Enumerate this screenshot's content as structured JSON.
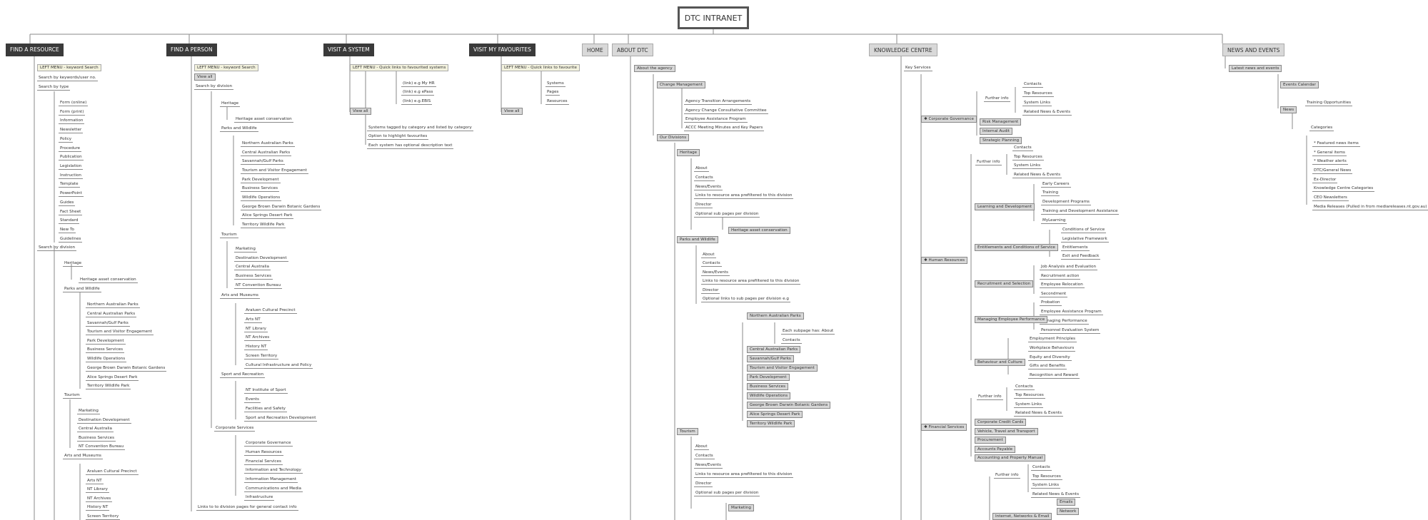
{
  "title": "DTC INTRANET",
  "headers": [
    {
      "id": "find-resource",
      "label": "FIND A RESOURCE",
      "style": "dark"
    },
    {
      "id": "find-person",
      "label": "FIND A PERSON",
      "style": "dark"
    },
    {
      "id": "visit-system",
      "label": "VISIT A SYSTEM",
      "style": "dark"
    },
    {
      "id": "visit-favourites",
      "label": "VISIT MY FAVOURITES",
      "style": "dark"
    },
    {
      "id": "home",
      "label": "HOME",
      "style": "light"
    },
    {
      "id": "about",
      "label": "ABOUT DTC",
      "style": "light"
    },
    {
      "id": "knowledge",
      "label": "KNOWLEDGE CENTRE",
      "style": "light"
    },
    {
      "id": "news",
      "label": "NEWS AND EVENTS",
      "style": "light"
    }
  ],
  "nodes": [
    {
      "t": "LEFT MENU - keyword Search",
      "s": "yel"
    },
    {
      "t": "Search by keywords/user no."
    },
    {
      "t": "Search by type"
    },
    {
      "t": "Form (online)"
    },
    {
      "t": "Form (print)"
    },
    {
      "t": "Information"
    },
    {
      "t": "Newsletter"
    },
    {
      "t": "Policy"
    },
    {
      "t": "Procedure"
    },
    {
      "t": "Publication"
    },
    {
      "t": "Legislation"
    },
    {
      "t": "Instruction"
    },
    {
      "t": "Template"
    },
    {
      "t": "PowerPoint"
    },
    {
      "t": "Guides"
    },
    {
      "t": "Fact Sheet"
    },
    {
      "t": "Standard"
    },
    {
      "t": "New To"
    },
    {
      "t": "Guidelines"
    },
    {
      "t": "Search by division"
    },
    {
      "t": "Heritage"
    },
    {
      "t": "Heritage asset conservation"
    },
    {
      "t": "Parks and Wildlife"
    },
    {
      "t": "Northern Australian Parks"
    },
    {
      "t": "Central Australian Parks"
    },
    {
      "t": "Savannah/Gulf Parks"
    },
    {
      "t": "Tourism and Visitor Engagement"
    },
    {
      "t": "Park Development"
    },
    {
      "t": "Business Services"
    },
    {
      "t": "Wildlife Operations"
    },
    {
      "t": "George Brown Darwin Botanic Gardens"
    },
    {
      "t": "Alice Springs Desert Park"
    },
    {
      "t": "Territory Wildlife Park"
    },
    {
      "t": "Tourism"
    },
    {
      "t": "Marketing"
    },
    {
      "t": "Destination Development"
    },
    {
      "t": "Central Australia"
    },
    {
      "t": "Business Services"
    },
    {
      "t": "NT Convention Bureau"
    },
    {
      "t": "Arts and Museums"
    },
    {
      "t": "Araluen Cultural Precinct"
    },
    {
      "t": "Arts NT"
    },
    {
      "t": "NT Library"
    },
    {
      "t": "NT Archives"
    },
    {
      "t": "History NT"
    },
    {
      "t": "Screen Territory"
    },
    {
      "t": "LEFT MENU - keyword Search",
      "s": "yel"
    },
    {
      "t": "View all",
      "s": "box"
    },
    {
      "t": "Search by division"
    },
    {
      "t": "Heritage"
    },
    {
      "t": "Heritage asset conservation"
    },
    {
      "t": "Parks and Wildlife"
    },
    {
      "t": "Northern Australian Parks"
    },
    {
      "t": "Central Australian Parks"
    },
    {
      "t": "Savannah/Gulf Parks"
    },
    {
      "t": "Tourism and Visitor Engagement"
    },
    {
      "t": "Park Development"
    },
    {
      "t": "Business Services"
    },
    {
      "t": "Wildlife Operations"
    },
    {
      "t": "George Brown Darwin Botanic Gardens"
    },
    {
      "t": "Alice Springs Desert Park"
    },
    {
      "t": "Territory Wildlife Park"
    },
    {
      "t": "Tourism"
    },
    {
      "t": "Marketing"
    },
    {
      "t": "Destination Development"
    },
    {
      "t": "Central Australia"
    },
    {
      "t": "Business Services"
    },
    {
      "t": "NT Convention Bureau"
    },
    {
      "t": "Arts and Museums"
    },
    {
      "t": "Araluen Cultural Precinct"
    },
    {
      "t": "Arts NT"
    },
    {
      "t": "NT Library"
    },
    {
      "t": "NT Archives"
    },
    {
      "t": "History NT"
    },
    {
      "t": "Screen Territory"
    },
    {
      "t": "Cultural Infrastructure and Policy"
    },
    {
      "t": "Sport and Recreation"
    },
    {
      "t": "NT Institute of Sport"
    },
    {
      "t": "Events"
    },
    {
      "t": "Facilities and Safety"
    },
    {
      "t": "Sport and Recreation Development"
    },
    {
      "t": "Corporate Services"
    },
    {
      "t": "Corporate Governance"
    },
    {
      "t": "Human Resources"
    },
    {
      "t": "Financial Services"
    },
    {
      "t": "Information and Technology"
    },
    {
      "t": "Information Management"
    },
    {
      "t": "Communications and Media"
    },
    {
      "t": "Infrastructure"
    },
    {
      "t": "Links to to division pages for general contact info"
    },
    {
      "t": "LEFT MENU - Quick links to favourited systems",
      "s": "yel"
    },
    {
      "t": "(link) e.g My HR"
    },
    {
      "t": "(link) e.g ePass"
    },
    {
      "t": "(link) e.g.EBIS"
    },
    {
      "t": "View all",
      "s": "box"
    },
    {
      "t": "Systems tagged by category and listed by category"
    },
    {
      "t": "Option to highlight favourites"
    },
    {
      "t": "Each system has optional description text"
    },
    {
      "t": "LEFT MENU - Quick links to favourite",
      "s": "yel"
    },
    {
      "t": "Systems"
    },
    {
      "t": "Pages"
    },
    {
      "t": "Resources"
    },
    {
      "t": "View all",
      "s": "box"
    },
    {
      "t": "About the agency",
      "s": "box"
    },
    {
      "t": "Change Management",
      "s": "box"
    },
    {
      "t": "Agency Transition Arrangements"
    },
    {
      "t": "Agency Change Consultative Committee"
    },
    {
      "t": "Employee Assistance Program"
    },
    {
      "t": "ACCC Meeting Minutes and Key Papers"
    },
    {
      "t": "Our Divisions",
      "s": "box"
    },
    {
      "t": "Heritage",
      "s": "box"
    },
    {
      "t": "About"
    },
    {
      "t": "Contacts"
    },
    {
      "t": "News/Events"
    },
    {
      "t": "Links to resource area prefiltered to this division"
    },
    {
      "t": "Director"
    },
    {
      "t": "Optional sub pages per division"
    },
    {
      "t": "Heritage asset conservation",
      "s": "box"
    },
    {
      "t": "Parks and Wildlife",
      "s": "box"
    },
    {
      "t": "About"
    },
    {
      "t": "Contacts"
    },
    {
      "t": "News/Events"
    },
    {
      "t": "Links to resource area prefiltered to this division"
    },
    {
      "t": "Director"
    },
    {
      "t": "Optional links to sub pages per division e.g"
    },
    {
      "t": "Northern Australian Parks",
      "s": "box"
    },
    {
      "t": "Each subpage has: About"
    },
    {
      "t": "Contacts"
    },
    {
      "t": "Central Australian Parks",
      "s": "box"
    },
    {
      "t": "Savannah/Gulf Parks",
      "s": "box"
    },
    {
      "t": "Tourism and Visitor Engagement",
      "s": "box"
    },
    {
      "t": "Park Development",
      "s": "box"
    },
    {
      "t": "Business Services",
      "s": "box"
    },
    {
      "t": "Wildlife Operations",
      "s": "box"
    },
    {
      "t": "George Brown Darwin Botanic Gardens",
      "s": "box"
    },
    {
      "t": "Alice Springs Desert Park",
      "s": "box"
    },
    {
      "t": "Territory Wildlife Park",
      "s": "box"
    },
    {
      "t": "Tourism",
      "s": "box"
    },
    {
      "t": "About"
    },
    {
      "t": "Contacts"
    },
    {
      "t": "News/Events"
    },
    {
      "t": "Links to resource area prefiltered to this division"
    },
    {
      "t": "Director"
    },
    {
      "t": "Optional sub pages per division"
    },
    {
      "t": "Marketing",
      "s": "box"
    },
    {
      "t": "Key Services"
    },
    {
      "t": "✱ Corporate Governance",
      "s": "box"
    },
    {
      "t": "Further info"
    },
    {
      "t": "Contacts"
    },
    {
      "t": "Top Resources"
    },
    {
      "t": "System Links"
    },
    {
      "t": "Related News & Events"
    },
    {
      "t": "Risk Management",
      "s": "box"
    },
    {
      "t": "Internal Audit",
      "s": "box"
    },
    {
      "t": "Strategic Planning",
      "s": "box"
    },
    {
      "t": "Further info"
    },
    {
      "t": "Contacts"
    },
    {
      "t": "Top Resources"
    },
    {
      "t": "System Links"
    },
    {
      "t": "Related News & Events"
    },
    {
      "t": "Early Careers"
    },
    {
      "t": "Training"
    },
    {
      "t": "Development Programs"
    },
    {
      "t": "Training and Development Assistance"
    },
    {
      "t": "MyLearning"
    },
    {
      "t": "Learning and Development",
      "s": "box"
    },
    {
      "t": "Conditions of Service"
    },
    {
      "t": "Legislative Framework"
    },
    {
      "t": "Entitlements"
    },
    {
      "t": "Exit and Feedback"
    },
    {
      "t": "Entitlements and Conditions of Service",
      "s": "box"
    },
    {
      "t": "✱ Human Resources",
      "s": "box"
    },
    {
      "t": "Job Analysis and Evaluation"
    },
    {
      "t": "Recruitment action"
    },
    {
      "t": "Employee Relocation"
    },
    {
      "t": "Secondment"
    },
    {
      "t": "Recruitment and Selection",
      "s": "box"
    },
    {
      "t": "Probation"
    },
    {
      "t": "Employee Assistance Program"
    },
    {
      "t": "Managing Performance"
    },
    {
      "t": "Personnel Evaluation System"
    },
    {
      "t": "Managing Employee Performance",
      "s": "box"
    },
    {
      "t": "Employment Principles"
    },
    {
      "t": "Workplace Behaviours"
    },
    {
      "t": "Equity and Diversity"
    },
    {
      "t": "Gifts and Benefits"
    },
    {
      "t": "Recognition and Reward"
    },
    {
      "t": "Behaviour and Culture",
      "s": "box"
    },
    {
      "t": "Further info"
    },
    {
      "t": "Contacts"
    },
    {
      "t": "Top Resources"
    },
    {
      "t": "System Links"
    },
    {
      "t": "Related News & Events"
    },
    {
      "t": "✱ Financial Services",
      "s": "box"
    },
    {
      "t": "Corporate Credit Cards",
      "s": "box"
    },
    {
      "t": "Vehicle, Travel and Transport",
      "s": "box"
    },
    {
      "t": "Procurement",
      "s": "box"
    },
    {
      "t": "Accounts Payable",
      "s": "box"
    },
    {
      "t": "Accounting and Property Manual",
      "s": "box"
    },
    {
      "t": "Further info"
    },
    {
      "t": "Contacts"
    },
    {
      "t": "Top Resources"
    },
    {
      "t": "System Links"
    },
    {
      "t": "Related News & Events"
    },
    {
      "t": "Internet, Networks & Email",
      "s": "box"
    },
    {
      "t": "Emails",
      "s": "box"
    },
    {
      "t": "Network",
      "s": "box"
    },
    {
      "t": "Latest news and events",
      "s": "box"
    },
    {
      "t": "Events Calendar",
      "s": "box"
    },
    {
      "t": "Training Opportunities"
    },
    {
      "t": "News",
      "s": "box"
    },
    {
      "t": "Categories"
    },
    {
      "t": "* Featured  news items"
    },
    {
      "t": "* General items"
    },
    {
      "t": "* Weather alerts"
    },
    {
      "t": "DTC/General News"
    },
    {
      "t": "Ex-Director"
    },
    {
      "t": "Knowledge Centre Categories"
    },
    {
      "t": "CEO Newsletters"
    },
    {
      "t": "Media Releases (Pulled in from mediareleases.nt.gov.au)"
    }
  ]
}
